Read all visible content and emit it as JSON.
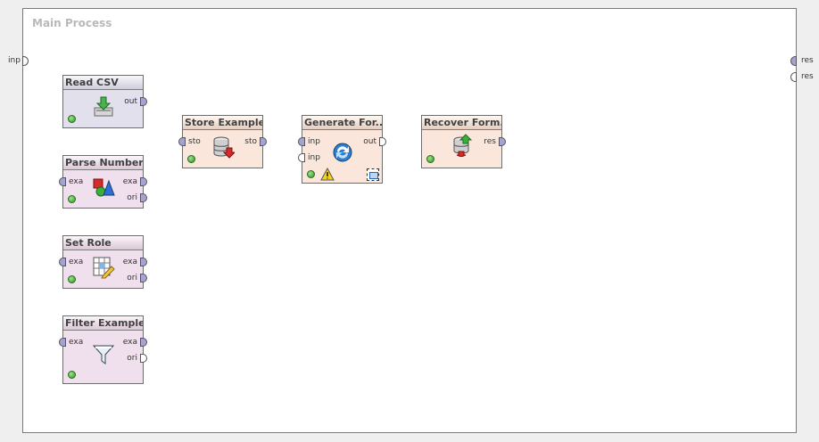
{
  "process": {
    "title": "Main Process"
  },
  "left_port": {
    "label": "inp"
  },
  "right_ports": [
    {
      "label": "res"
    },
    {
      "label": "res"
    }
  ],
  "operators": {
    "read_csv": {
      "title": "Read CSV",
      "ports": {
        "out": "out"
      }
    },
    "parse_numbers": {
      "title": "Parse Numbers",
      "ports": {
        "in": "exa",
        "out1": "exa",
        "out2": "ori"
      }
    },
    "set_role": {
      "title": "Set Role",
      "ports": {
        "in": "exa",
        "out1": "exa",
        "out2": "ori"
      }
    },
    "filter_examples": {
      "title": "Filter Examples",
      "ports": {
        "in": "exa",
        "out1": "exa",
        "out2": "ori"
      }
    },
    "store_examples": {
      "title": "Store Examples",
      "ports": {
        "in": "sto",
        "out": "sto"
      }
    },
    "generate_formula": {
      "title": "Generate For...",
      "ports": {
        "in1": "inp",
        "in2": "inp",
        "out": "out"
      }
    },
    "recover_formula": {
      "title": "Recover Form...",
      "ports": {
        "out": "res"
      }
    }
  },
  "colors": {
    "port_connected": "#a4a4d4",
    "wire": "#a4a4d4",
    "status_ok": "#2c9a1a",
    "canvas": "#ffffff"
  }
}
